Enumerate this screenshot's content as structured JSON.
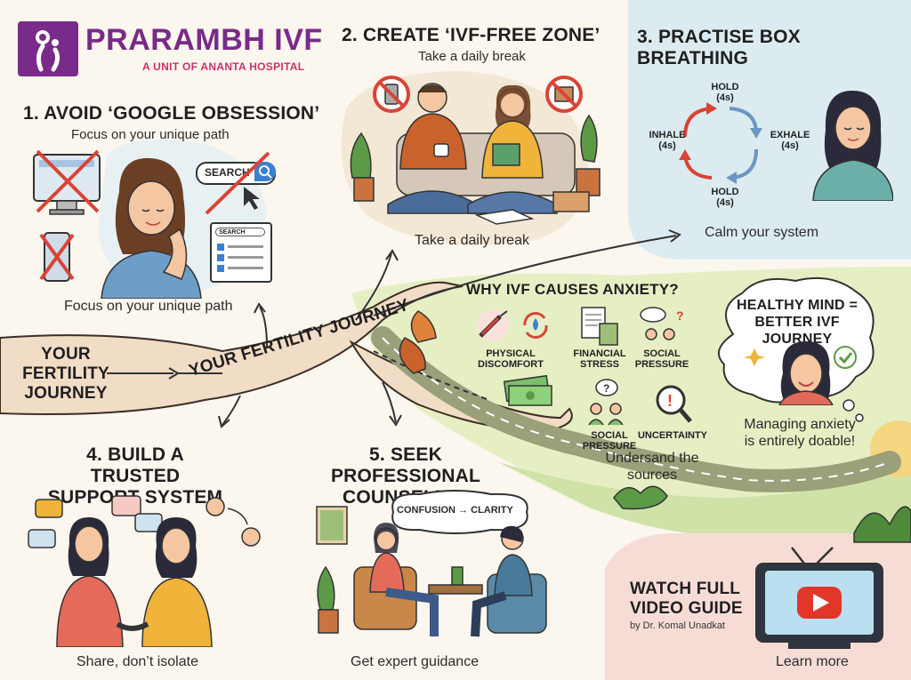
{
  "brand": {
    "name": "PRARAMBH IVF",
    "tagline": "A UNIT OF ANANTA HOSPITAL",
    "color": "#7a2a8a"
  },
  "journey": {
    "start_label": "YOUR FERTILITY JOURNEY",
    "path_label": "YOUR FERTILITY JOURNEY"
  },
  "tips": [
    {
      "title": "1. AVOID ‘GOOGLE OBSESSION’",
      "subtitle": "Focus on your unique path",
      "caption": "Focus on your unique path",
      "search_label": "SEARCH",
      "search_box": "SEARCH"
    },
    {
      "title": "2. CREATE ‘IVF-FREE ZONE’",
      "subtitle": "Take a daily break",
      "caption": "Take a daily break"
    },
    {
      "title": "3. PRACTISE BOX BREATHING",
      "caption": "Calm your system",
      "breath": {
        "hold_top": "HOLD",
        "hold_top_t": "(4s)",
        "inhale": "INHALE",
        "inhale_t": "(4s)",
        "exhale": "EXHALE",
        "exhale_t": "(4s)",
        "hold_bottom": "HOLD",
        "hold_bottom_t": "(4s)"
      }
    },
    {
      "title_line1": "4. BUILD A TRUSTED",
      "title_line2": "SUPPORT SYSTEM",
      "caption": "Share, don’t isolate"
    },
    {
      "title_line1": "5. SEEK PROFESSIONAL",
      "title_line2": "COUNSELING",
      "caption": "Get expert guidance",
      "bubble_from": "CONFUSION",
      "bubble_to": "CLARITY"
    }
  ],
  "anxiety": {
    "title": "WHY IVF CAUSES ANXIETY?",
    "causes": [
      {
        "line1": "PHYSICAL",
        "line2": "DISCOMFORT"
      },
      {
        "line1": "FINANCIAL",
        "line2": "STRESS"
      },
      {
        "line1": "SOCIAL",
        "line2": "PRESSURE"
      },
      {
        "line1": "SOCIAL",
        "line2": "PRESSURE"
      },
      {
        "line1": "UNCERTAINTY",
        "line2": ""
      }
    ],
    "caption_line1": "Undersand the",
    "caption_line2": "sources"
  },
  "mind": {
    "line1": "HEALTHY MIND =",
    "line2": "BETTER IVF JOURNEY",
    "caption_line1": "Managing anxiety",
    "caption_line2": "is entirely doable!"
  },
  "video": {
    "title_line1": "WATCH FULL",
    "title_line2": "VIDEO GUIDE",
    "byline": "by Dr. Komal Unadkat",
    "cta": "Learn more"
  },
  "colors": {
    "path": "#f1dcc6",
    "breathing_bg": "#dcebef",
    "video_bg": "#f7dcd6",
    "meadow": "#e6efc4",
    "accent_red": "#d94436",
    "accent_blue": "#3b7fd0"
  }
}
